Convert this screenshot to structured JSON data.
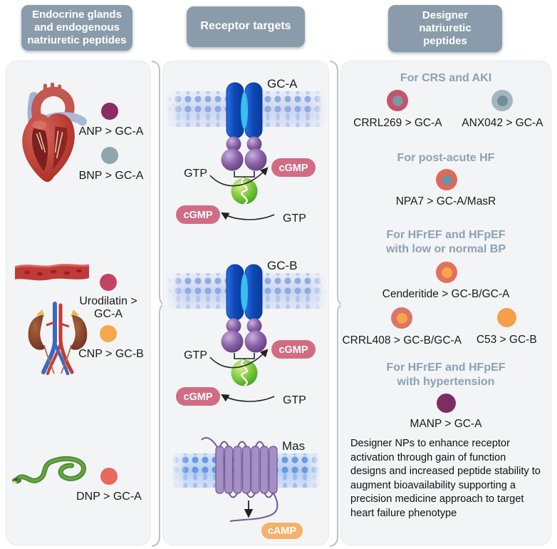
{
  "badges": {
    "left": "Endocrine glands\nand endogenous\nnatriuretic peptides",
    "middle": "Receptor targets",
    "right": "Designer\nnatriuretic\npeptides"
  },
  "palette": {
    "badge_bg": "#8a9cab",
    "panel_bg": "#f3f4f6",
    "heading_text": "#8ba1b3",
    "cgmp_pill": "#d16c84",
    "camp_pill": "#f5b169"
  },
  "endogenous": {
    "images": [
      "heart",
      "blood-vessel",
      "kidneys",
      "snake"
    ],
    "anp": {
      "label": "ANP > GC-A",
      "color": "#8c2d5e"
    },
    "bnp": {
      "label": "BNP > GC-A",
      "color": "#8fa5ae"
    },
    "urodilatin": {
      "label": "Urodilatin >\nGC-A",
      "color": "#c24463"
    },
    "cnp": {
      "label": "CNP > GC-B",
      "color": "#f5a84b"
    },
    "dnp": {
      "label": "DNP > GC-A",
      "color": "#e8695d"
    }
  },
  "receptors": {
    "gca": {
      "name": "GC-A",
      "gtp": "GTP",
      "cgmp": "cGMP"
    },
    "gcb": {
      "name": "GC-B",
      "gtp": "GTP",
      "cgmp": "cGMP"
    },
    "mas": {
      "name": "Mas",
      "camp": "cAMP"
    }
  },
  "designer": {
    "group1": {
      "heading": "For CRS and AKI",
      "item1": {
        "label": "CRRL269 > GC-A",
        "outer": "#c4536d",
        "inner": "#7d97a1"
      },
      "item2": {
        "label": "ANX042 > GC-A",
        "outer": "#a3b6bf",
        "inner": "#6f8e9a"
      }
    },
    "group2": {
      "heading": "For post-acute HF",
      "item1": {
        "label": "NPA7 > GC-A/MasR",
        "outer": "#e3685a",
        "inner": "#7090a5"
      }
    },
    "group3": {
      "heading": "For HFrEF and HFpEF\nwith low or normal BP",
      "item1": {
        "label": "Cenderitide > GC-B/GC-A",
        "outer": "#e3715b",
        "inner": "#f3a74b"
      },
      "item2": {
        "label": "CRRL408 > GC-B/GC-A",
        "outer": "#dd7466",
        "inner": "#f3a74b"
      },
      "item3": {
        "label": "C53 > GC-B",
        "outer": "#f3a04b",
        "inner": "#f3a04b"
      }
    },
    "group4": {
      "heading": "For HFrEF and HFpEF\nwith hypertension",
      "item1": {
        "label": "MANP > GC-A",
        "outer": "#7c2e63",
        "inner": "#7c2e63"
      }
    },
    "footer": "Designer NPs to enhance receptor activation through gain of function designs and increased peptide stability to augment bioavailability supporting a precision medicine approach to target heart failure phenotype"
  }
}
